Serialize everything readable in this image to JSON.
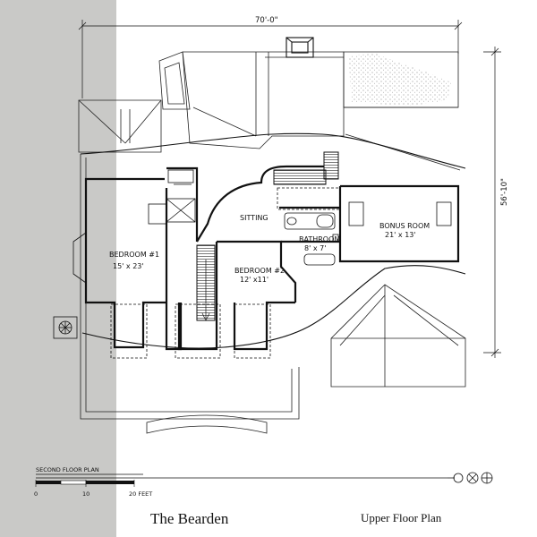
{
  "colors": {
    "gray_band": "#c9c9c7",
    "ink": "#111111",
    "roof_hatch": "#9a9a9a"
  },
  "dimensions": {
    "width_label": "70'-0\"",
    "depth_label": "56'-10\""
  },
  "rooms": {
    "bedroom1": {
      "name": "BEDROOM #1",
      "size": "15' x 23'"
    },
    "bedroom2": {
      "name": "BEDROOM #2",
      "size": "12' x11'"
    },
    "sitting": {
      "name": "SITTING"
    },
    "bathroom": {
      "name": "BATHROOM",
      "size": "8' x 7'"
    },
    "bonus": {
      "name": "BONUS ROOM",
      "size": "21' x 13'"
    }
  },
  "scale_bar": {
    "label": "SECOND FLOOR PLAN",
    "ticks": [
      "0",
      "10",
      "20 FEET"
    ]
  },
  "title_block": {
    "title": "The Bearden",
    "subtitle": "Upper Floor Plan"
  },
  "icons": [
    "north-arrow-icon",
    "compass-icon",
    "tree-symbol-icon"
  ]
}
